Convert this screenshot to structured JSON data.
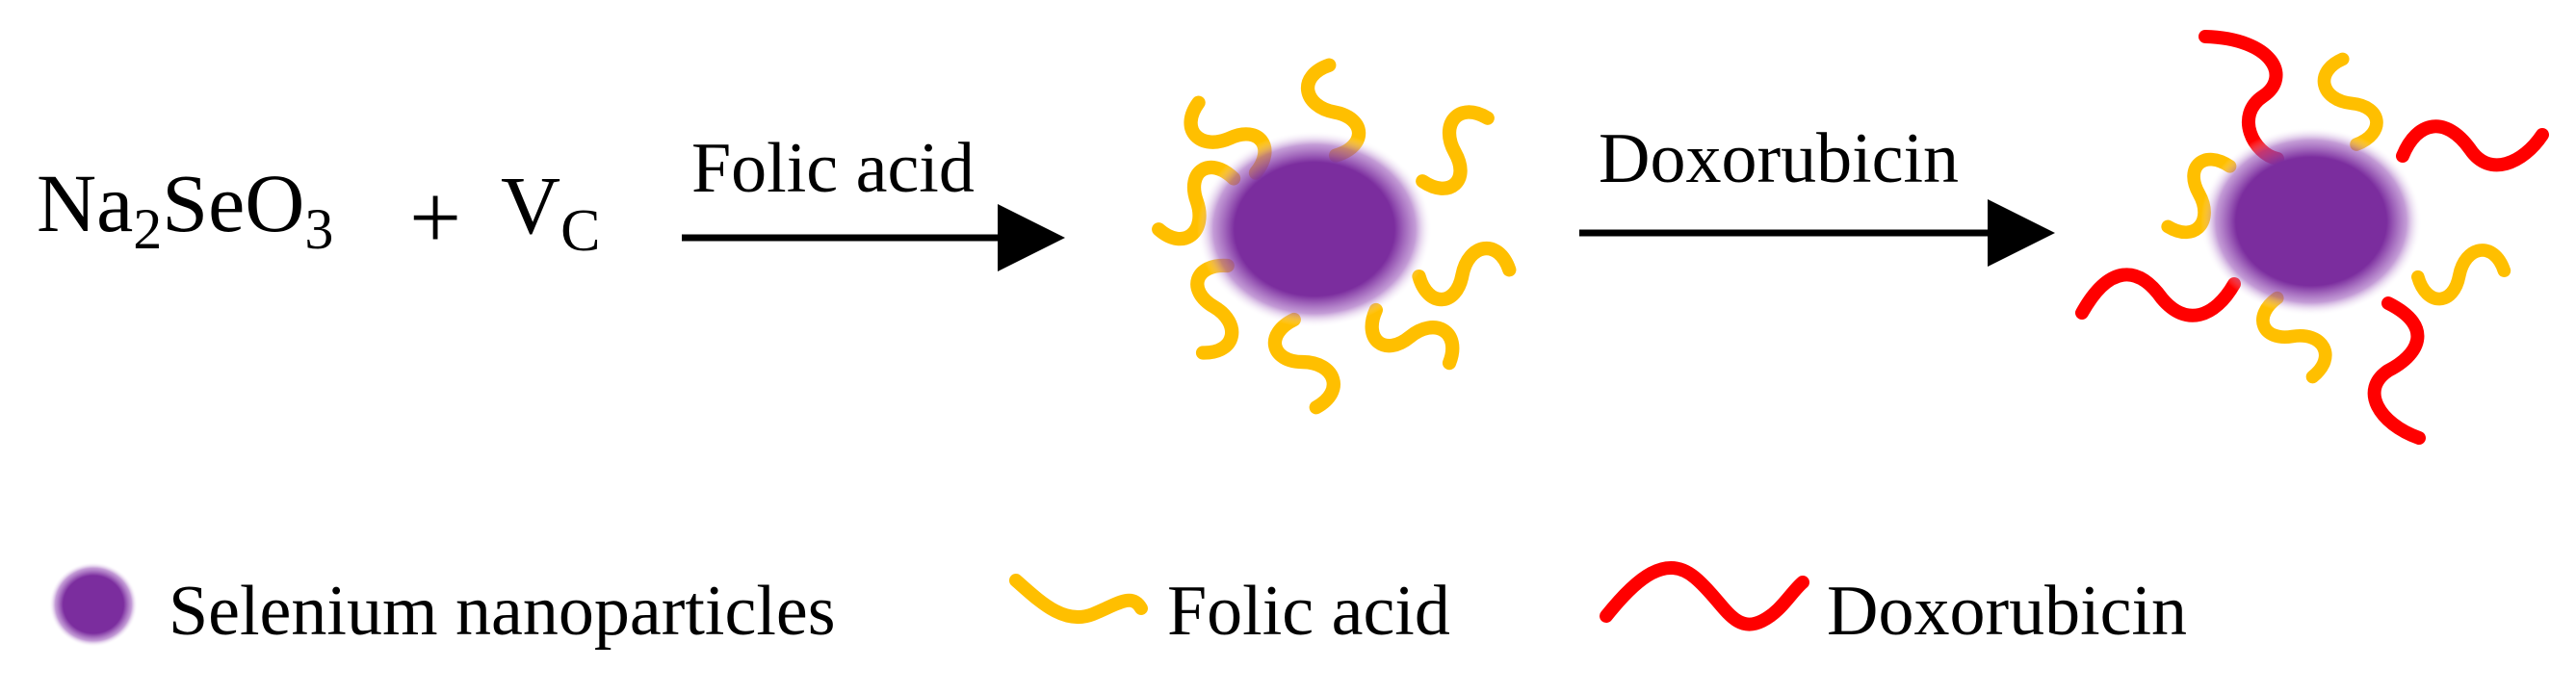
{
  "reactants": {
    "formula_prefix": "Na",
    "formula_sub1": "2",
    "formula_mid": "SeO",
    "formula_sub2": "3",
    "plus": "+",
    "vc_main": "V",
    "vc_sub": "C"
  },
  "steps": [
    {
      "label": "Folic acid"
    },
    {
      "label": "Doxorubicin"
    }
  ],
  "legend": {
    "nanoparticle": "Selenium nanoparticles",
    "folic_acid": "Folic acid",
    "doxorubicin": "Doxorubicin"
  },
  "colors": {
    "nanoparticle": "#7B2D9E",
    "folic_acid": "#FFBF00",
    "doxorubicin": "#FF0000",
    "arrow": "#000000",
    "text": "#000000"
  }
}
